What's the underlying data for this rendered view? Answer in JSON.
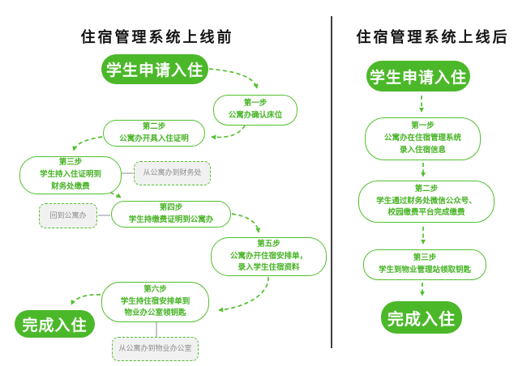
{
  "titles": {
    "left": "住宿管理系统上线前",
    "right": "住宿管理系统上线后"
  },
  "colors": {
    "green_fill": "#4bb829",
    "green_stroke": "#52bf2e",
    "note_background": "#f0f1f0",
    "note_text": "#8c8c8c",
    "divider": "#3d3d3d"
  },
  "left_flow": {
    "start": "学生申请入住",
    "steps": [
      {
        "text": "第一步\n公寓办确认床位"
      },
      {
        "text": "第二步\n公寓办开具入住证明"
      },
      {
        "text": "第三步\n学生持入住证明到\n财务处缴费"
      },
      {
        "text": "第四步\n学生持缴费证明到公寓办"
      },
      {
        "text": "第五步\n公寓办开住宿安排单，\n录入学生住宿资料"
      },
      {
        "text": "第六步\n学生持住宿安排单到\n物业办公室领钥匙"
      }
    ],
    "notes": [
      {
        "text": "从公寓办到财务处"
      },
      {
        "text": "回到公寓办"
      },
      {
        "text": "从公寓办到物业办公室"
      }
    ],
    "end": "完成入住"
  },
  "right_flow": {
    "start": "学生申请入住",
    "steps": [
      {
        "text": "第一步\n公寓办在住宿管理系统\n录入住宿信息"
      },
      {
        "text": "第二步\n学生通过财务处微信公众号、\n校园缴费平台完成缴费"
      },
      {
        "text": "第三步\n学生到物业管理站领取钥匙"
      }
    ],
    "end": "完成入住"
  }
}
